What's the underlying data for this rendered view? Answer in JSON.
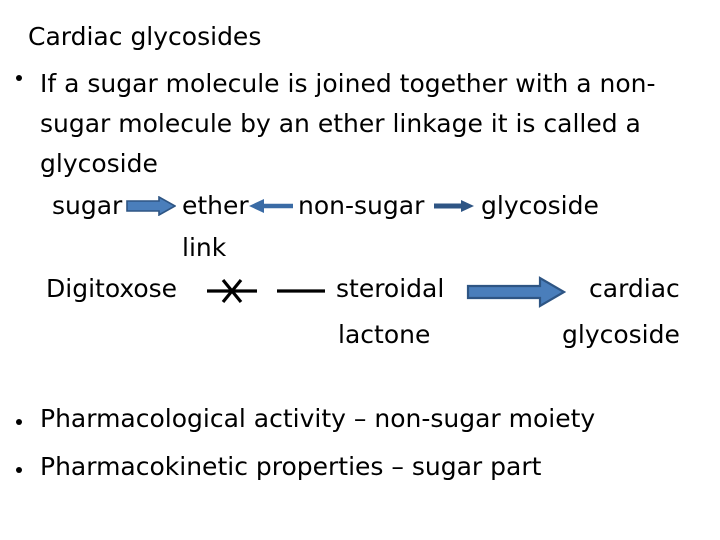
{
  "slide": {
    "title": "Cardiac glycosides",
    "background_color": "#FFFFFF",
    "text_color": "#000000",
    "accent_color": "#4A7EBB",
    "accent_outline_color": "#2E5584"
  },
  "intro": {
    "bullet_marker": "•",
    "text": "If a sugar molecule is joined together with a non-sugar molecule by an ether linkage it is called a glycoside"
  },
  "diagram": {
    "row1": {
      "term_sugar": "sugar",
      "term_ether": "ether",
      "term_link": "link",
      "term_non_sugar": "non-sugar",
      "term_glycoside": "glycoside"
    },
    "row2": {
      "term_digitoxose": "Digitoxose",
      "term_steroidal": "steroidal",
      "term_lactone": "lactone",
      "term_cardiac": "cardiac",
      "term_glycoside": "glycoside"
    },
    "connectors": [
      {
        "name": "sugar-to-ether-block-arrow",
        "style": "block-arrow",
        "direction": "right",
        "color": "#4A7EBB"
      },
      {
        "name": "ether-from-non-sugar-arrow",
        "style": "line-arrow",
        "direction": "left",
        "color": "#3A6BA5"
      },
      {
        "name": "non-sugar-to-glycoside-arrow",
        "style": "line-arrow",
        "direction": "right",
        "color": "#2E5584"
      },
      {
        "name": "digitoxose-blocked-link",
        "style": "line-with-x",
        "direction": "none",
        "color": "#000000"
      },
      {
        "name": "plain-link-line",
        "style": "plain-line",
        "direction": "none",
        "color": "#000000"
      },
      {
        "name": "steroidal-to-cardiac-block-arrow",
        "style": "block-arrow",
        "direction": "right",
        "color": "#4A7EBB"
      }
    ]
  },
  "bottom_bullets": [
    {
      "marker": "•",
      "text": "Pharmacological activity – non-sugar moiety"
    },
    {
      "marker": "•",
      "text": "Pharmacokinetic properties – sugar part"
    }
  ]
}
